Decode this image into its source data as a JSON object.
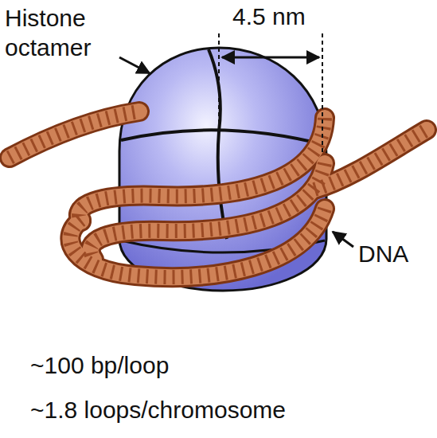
{
  "diagram": {
    "labels": [
      "Histone octamer",
      "4.5 nm",
      "DNA",
      "~100 bp/loop",
      "~1.8 loops/chromosome"
    ]
  }
}
